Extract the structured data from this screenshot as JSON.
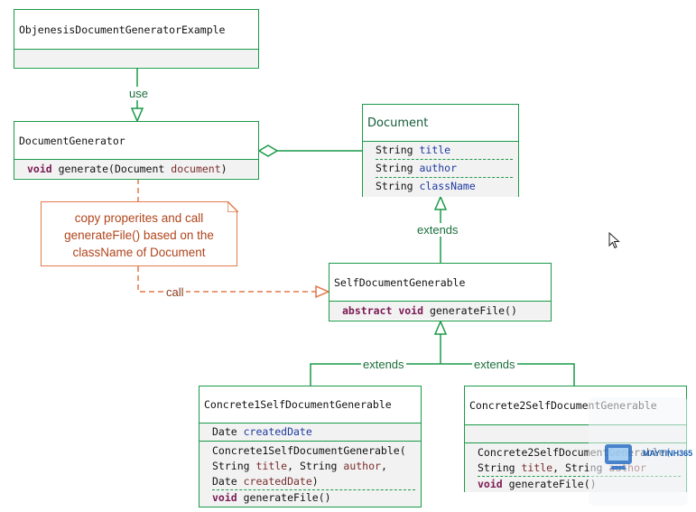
{
  "classes": {
    "objenesis": {
      "name": "ObjenesisDocumentGeneratorExample"
    },
    "document_generator": {
      "name": "DocumentGenerator",
      "method": {
        "kw": "void",
        "sig": " generate(Document ",
        "param": "document",
        "end": ")"
      }
    },
    "document": {
      "name": "Document",
      "fields": [
        {
          "type": "String ",
          "name": "title"
        },
        {
          "type": "String ",
          "name": "author"
        },
        {
          "type": "String ",
          "name": "className"
        }
      ]
    },
    "self_generable": {
      "name": "SelfDocumentGenerable",
      "method": {
        "kw1": "abstract",
        "kw2": "void",
        "sig": " generateFile()"
      }
    },
    "concrete1": {
      "name": "Concrete1SelfDocumentGenerable",
      "field": {
        "type": "Date ",
        "name": "createdDate"
      },
      "ctor": {
        "line1": "Concrete1SelfDocumentGenerable(",
        "line2_a": "String ",
        "line2_b": "title",
        "line2_c": ", String ",
        "line2_d": "author",
        "line2_e": ",",
        "line3_a": "Date ",
        "line3_b": "createdDate",
        "line3_c": ")"
      },
      "method": {
        "kw": "void",
        "sig": " generateFile()"
      }
    },
    "concrete2": {
      "name": "Concrete2SelfDocumentGenerable",
      "ctor": {
        "line1": "Concrete2SelfDocumentGenerable(",
        "line2_a": "String ",
        "line2_b": "title",
        "line2_c": ", String ",
        "line2_d": "author"
      },
      "method": {
        "kw": "void",
        "sig": " generateFile()"
      }
    }
  },
  "labels": {
    "use": "use",
    "extends_doc": "extends",
    "extends_left": "extends",
    "extends_right": "extends",
    "call": "call"
  },
  "note": {
    "line1": "copy properites and call",
    "line2": "generateFile() based on the",
    "line3": "className of Document"
  },
  "watermark": {
    "brand": "MAYTINH365"
  },
  "colors": {
    "border": "#1a9a48",
    "note_border": "#e3794a",
    "note_text": "#b0451c",
    "keyword": "#7a1a52",
    "identifier": "#1f3aa0"
  }
}
